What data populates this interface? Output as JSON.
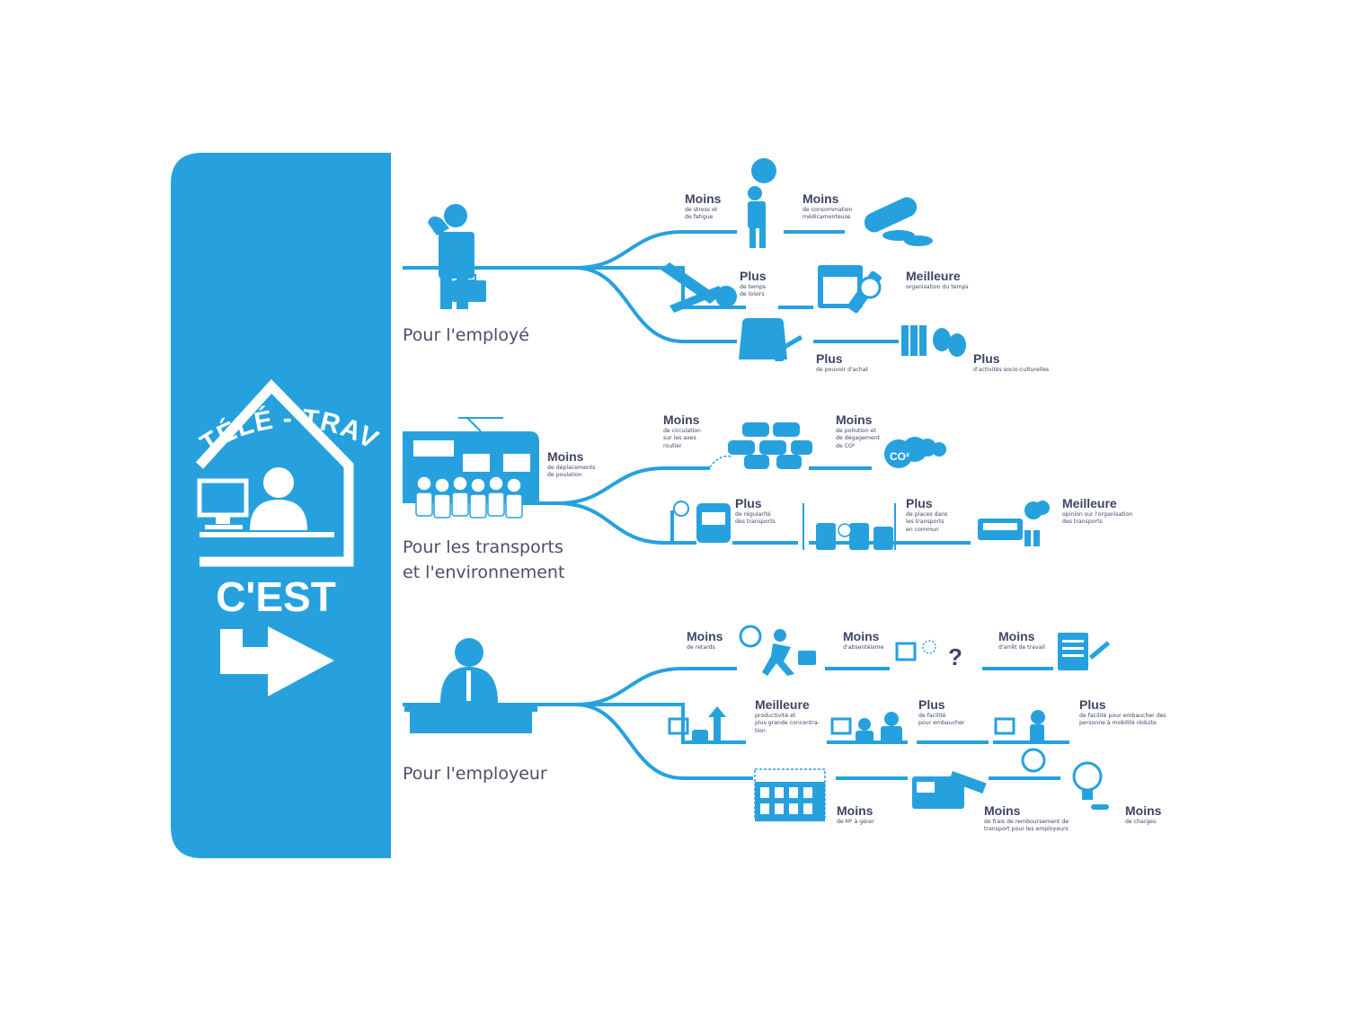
{
  "brand": {
    "accent": "#26a1de",
    "ink": "#3e4565",
    "banner_line1": "LE TÉLÉ",
    "banner_dash": "-",
    "banner_line2": "TRAVAIL",
    "cest": "C'EST"
  },
  "sections": [
    {
      "title": "Pour l'employé",
      "benefits": [
        {
          "kw": "Moins",
          "desc": "de stress et\nde fatigue",
          "icon": "stressed-person-icon"
        },
        {
          "kw": "Moins",
          "desc": "de consommation\nmédicamenteuse",
          "icon": "pills-icon"
        },
        {
          "kw": "Plus",
          "desc": "de temps\nde loisirs",
          "icon": "deck-chair-icon"
        },
        {
          "kw": "Meilleure",
          "desc": "organisation du temps",
          "icon": "calendar-clock-icon"
        },
        {
          "kw": "Plus",
          "desc": "de pouvoir d'achat",
          "icon": "shopping-bag-icon"
        },
        {
          "kw": "Plus",
          "desc": "d'activités socio-culturelles",
          "icon": "books-masks-icon"
        }
      ]
    },
    {
      "title": "Pour les transports\net l'environnement",
      "benefits": [
        {
          "kw": "Moins",
          "desc": "de déplacements\nde poulation",
          "icon": "crowd-train-icon"
        },
        {
          "kw": "Moins",
          "desc": "de circulation\nsur les axes\nroutier",
          "icon": "traffic-jam-icon"
        },
        {
          "kw": "Moins",
          "desc": "de pollution et\nde dégagement\nde CO²",
          "icon": "co2-cloud-icon"
        },
        {
          "kw": "Plus",
          "desc": "de régularité\ndes transports",
          "icon": "tram-clock-icon"
        },
        {
          "kw": "Plus",
          "desc": "de places dans\nles transports\nen commun",
          "icon": "bus-seats-icon"
        },
        {
          "kw": "Meilleure",
          "desc": "opinion sur l'organisation\ndes transports",
          "icon": "bus-heart-icon"
        }
      ]
    },
    {
      "title": "Pour l'employeur",
      "benefits": [
        {
          "kw": "Moins",
          "desc": "de retards",
          "icon": "running-late-icon"
        },
        {
          "kw": "Moins",
          "desc": "d'absentéisme",
          "icon": "empty-desk-icon"
        },
        {
          "kw": "Moins",
          "desc": "d'arrêt de travail",
          "icon": "sick-note-icon"
        },
        {
          "kw": "Meilleure",
          "desc": "productivité et\nplus grande concentra-\ntion",
          "icon": "productivity-icon"
        },
        {
          "kw": "Plus",
          "desc": "de facilité\npour embaucher",
          "icon": "hiring-icon"
        },
        {
          "kw": "Plus",
          "desc": "de facilité pour embaucher des\npersonne à mobilité réduite",
          "icon": "wheelchair-icon"
        },
        {
          "kw": "Moins",
          "desc": "de M² à gérer",
          "icon": "office-building-icon"
        },
        {
          "kw": "Moins",
          "desc": "de frais de remboursement de\ntransport pour les employeurs",
          "icon": "transport-ticket-icon"
        },
        {
          "kw": "Moins",
          "desc": "de charges",
          "icon": "light-bulb-icon"
        }
      ]
    }
  ],
  "co2_text": "CO²"
}
